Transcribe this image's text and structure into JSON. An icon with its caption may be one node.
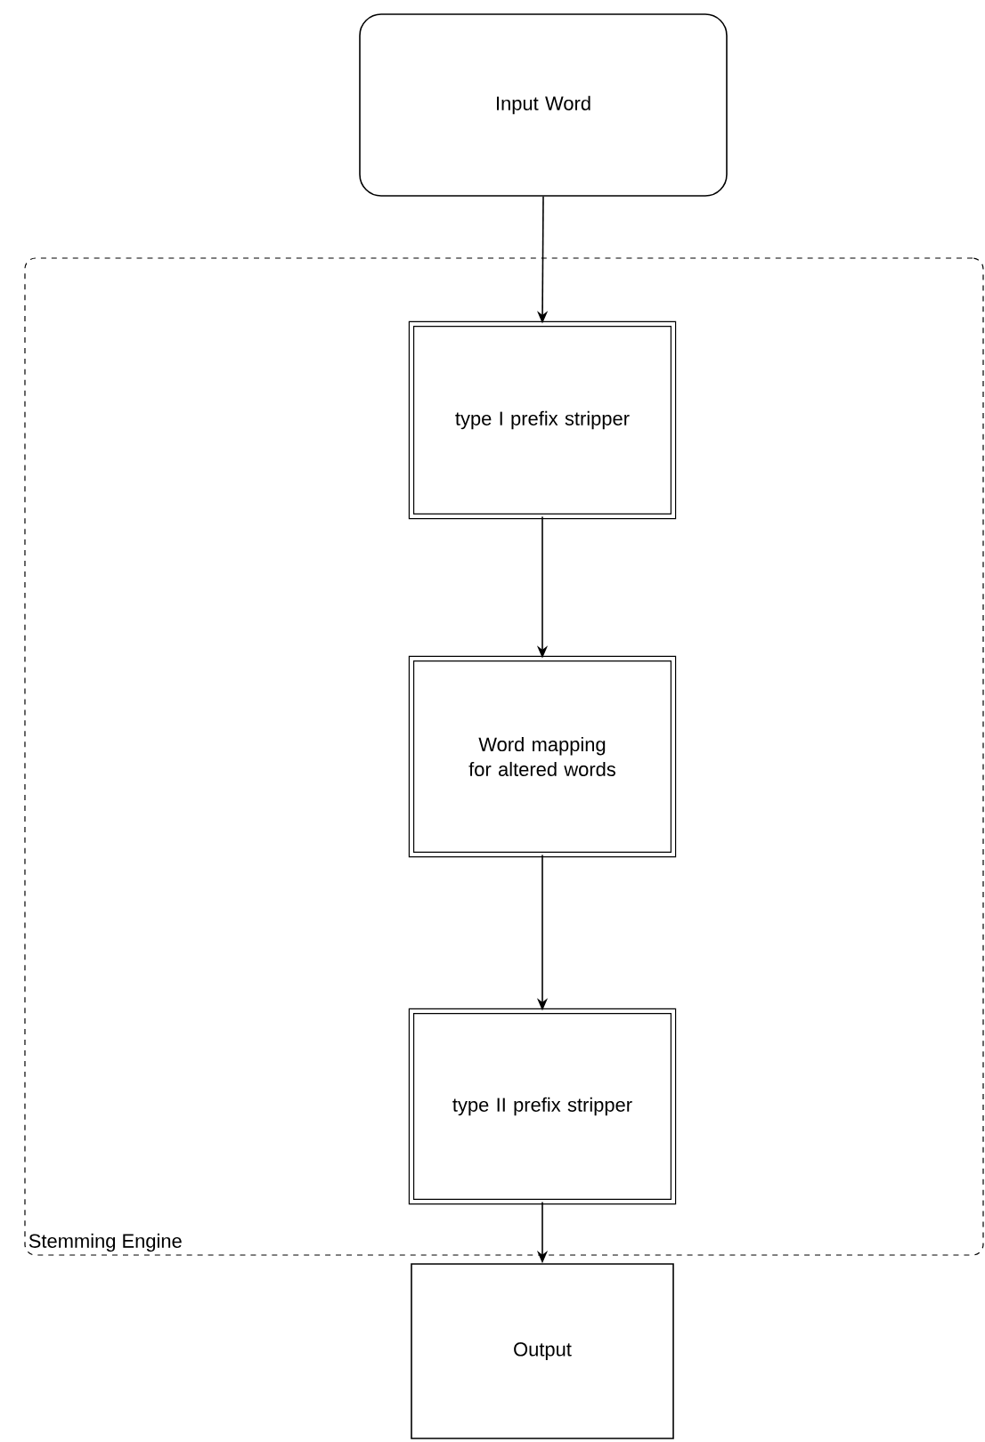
{
  "diagram": {
    "nodes": [
      {
        "text": [
          "Input Word"
        ]
      },
      {
        "text": [
          "Stemming Engine"
        ]
      },
      {
        "text": [
          "type I prefix stripper"
        ],
        "in": 1
      },
      {
        "text": [
          "Word mapping for altered words"
        ],
        "in": 1
      },
      {
        "text": [
          "type II prefix stripper"
        ],
        "in": 1
      },
      {
        "text": [
          "Output"
        ]
      }
    ],
    "edges": [
      {
        "from": 0,
        "to": 2,
        "arrow": "to"
      },
      {
        "from": 2,
        "to": 3,
        "arrow": "to"
      },
      {
        "from": 3,
        "to": 4,
        "arrow": "to"
      },
      {
        "from": 4,
        "to": 5,
        "arrow": "to"
      }
    ]
  }
}
